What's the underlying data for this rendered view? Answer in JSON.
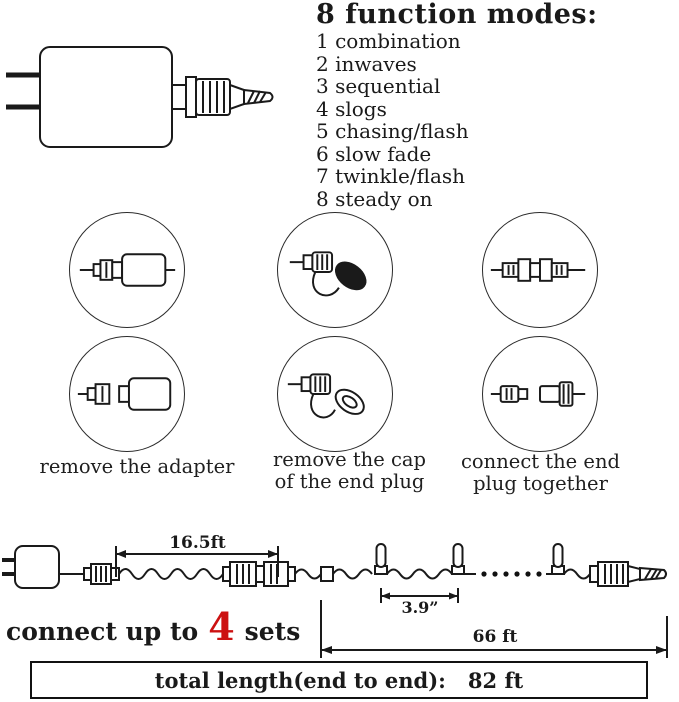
{
  "function_modes": {
    "title": "8 function modes:",
    "items": [
      "1 combination",
      "2 inwaves",
      "3 sequential",
      "4 slogs",
      "5 chasing/flash",
      "6 slow fade",
      "7 twinkle/flash",
      "8 steady on"
    ]
  },
  "steps": {
    "step1": {
      "line1": "remove the adapter"
    },
    "step2": {
      "line1": "remove the cap",
      "line2": "of the end plug"
    },
    "step3": {
      "line1": "connect the end",
      "line2": "plug together"
    }
  },
  "diagram": {
    "seg_length": "16.5ft",
    "bulb_spacing": "3.9”",
    "string_length": "66 ft",
    "connect_prefix": "connect up to",
    "connect_count": "4",
    "connect_suffix": "sets",
    "total_label": "total length(end to end):",
    "total_value": "82 ft"
  },
  "colors": {
    "ink": "#1a1a1a",
    "accent_red": "#cc1111"
  }
}
